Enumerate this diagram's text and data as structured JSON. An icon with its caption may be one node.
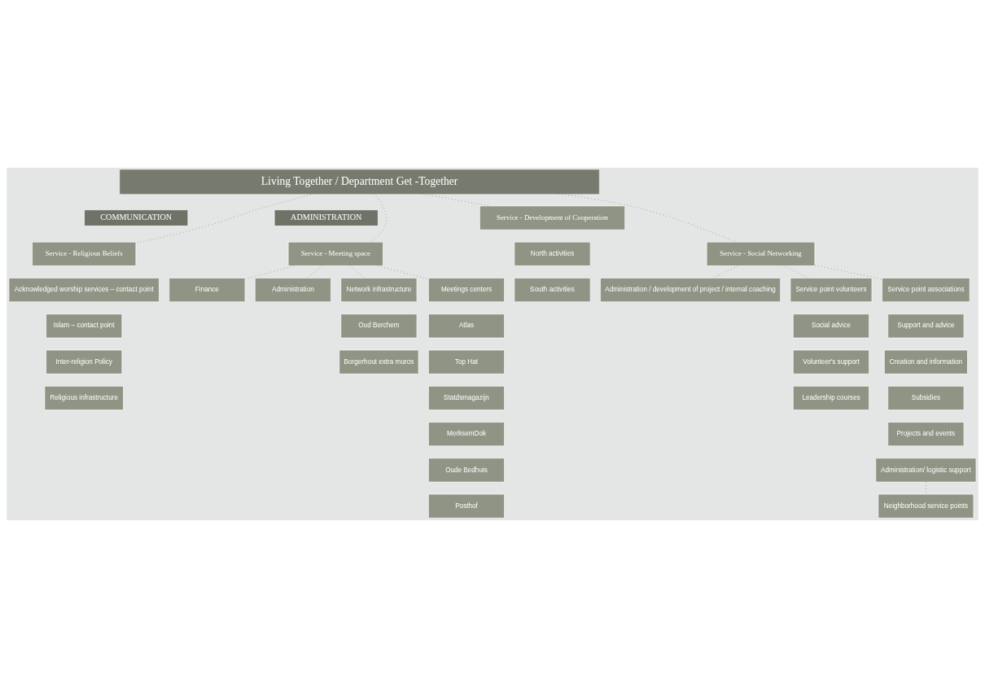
{
  "diagram": {
    "nodes": [
      {
        "text": [
          "Living Together / Department Get -Together"
        ]
      },
      {
        "text": [
          "COMMUNICATION"
        ]
      },
      {
        "text": [
          "ADMINISTRATION"
        ]
      },
      {
        "text": [
          "Service - Religious Beliefs"
        ]
      },
      {
        "text": [
          "Acknowledged worship services – contact point"
        ]
      },
      {
        "text": [
          "Islam – contact point"
        ]
      },
      {
        "text": [
          "Inter-religion Policy"
        ]
      },
      {
        "text": [
          "Religious infrastructure"
        ]
      },
      {
        "text": [
          "Service - Development of Cooperation"
        ]
      },
      {
        "text": [
          "North activities"
        ]
      },
      {
        "text": [
          "South activities"
        ]
      },
      {
        "text": [
          "Service - Meeting space"
        ]
      },
      {
        "text": [
          "Finance"
        ]
      },
      {
        "text": [
          "Administration"
        ]
      },
      {
        "text": [
          "Network infrastructure"
        ]
      },
      {
        "text": [
          "Oud Berchem"
        ]
      },
      {
        "text": [
          "Borgerhout extra muros"
        ]
      },
      {
        "text": [
          "Meetings centers"
        ]
      },
      {
        "text": [
          "Atlas"
        ]
      },
      {
        "text": [
          "Top Hat"
        ]
      },
      {
        "text": [
          "Statdsmagazijn"
        ]
      },
      {
        "text": [
          "MerksemDok"
        ]
      },
      {
        "text": [
          "Oude Bedhuis"
        ]
      },
      {
        "text": [
          "Posthof"
        ]
      },
      {
        "text": [
          "Service - Social Networking"
        ]
      },
      {
        "text": [
          "Administration / development of project / internal coaching"
        ]
      },
      {
        "text": [
          "Service point volunteers"
        ]
      },
      {
        "text": [
          "Social advice"
        ]
      },
      {
        "text": [
          "Volunteer's support"
        ]
      },
      {
        "text": [
          "Leadership courses"
        ]
      },
      {
        "text": [
          "Service point associations"
        ]
      },
      {
        "text": [
          "Support and advice"
        ]
      },
      {
        "text": [
          "Creation and information"
        ]
      },
      {
        "text": [
          "Subsidies"
        ]
      },
      {
        "text": [
          "Projects and events"
        ]
      },
      {
        "text": [
          "Administration/ logistic support"
        ]
      },
      {
        "text": [
          "Neighborhood service points"
        ]
      }
    ],
    "edges": [
      {
        "from": 0,
        "to": 3,
        "arrow": "none",
        "style": "dashed"
      },
      {
        "from": 0,
        "to": 8,
        "arrow": "none",
        "style": "dashed"
      },
      {
        "from": 0,
        "to": 11,
        "arrow": "none",
        "style": "dashed"
      },
      {
        "from": 0,
        "to": 24,
        "arrow": "none",
        "style": "dashed"
      },
      {
        "from": 11,
        "to": 12,
        "arrow": "none",
        "style": "dashed"
      },
      {
        "from": 11,
        "to": 13,
        "arrow": "none",
        "style": "dashed"
      },
      {
        "from": 11,
        "to": 14,
        "arrow": "none",
        "style": "dashed"
      },
      {
        "from": 11,
        "to": 17,
        "arrow": "none",
        "style": "dashed"
      },
      {
        "from": 24,
        "to": 25,
        "arrow": "none",
        "style": "dashed"
      },
      {
        "from": 24,
        "to": 26,
        "arrow": "none",
        "style": "dashed"
      },
      {
        "from": 24,
        "to": 30,
        "arrow": "none",
        "style": "dashed"
      },
      {
        "from": 35,
        "to": 36,
        "arrow": "none",
        "style": "dashed"
      }
    ]
  }
}
